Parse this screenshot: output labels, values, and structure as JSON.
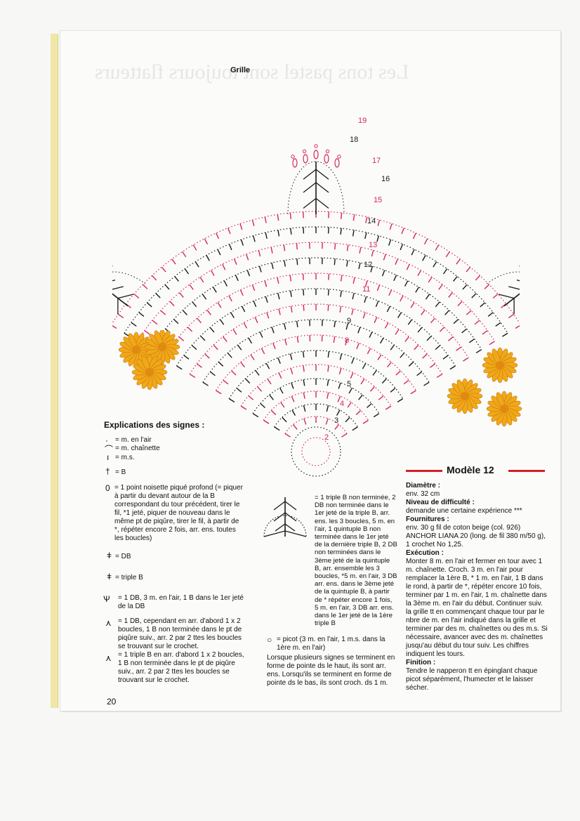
{
  "grille_title": "Grille",
  "row_numbers": [
    "19",
    "18",
    "17",
    "16",
    "15",
    "14",
    "13",
    "12",
    "11",
    "9",
    "8",
    "5",
    "4",
    "3",
    "2"
  ],
  "legend_title": "Explications des signes :",
  "legend": {
    "ch": "= m. en l'air",
    "chain": "= m. chaînette",
    "sc": "= m.s.",
    "b": "= B",
    "noisette": "= 1 point noisette piqué profond (= piquer à partir du devant autour de la B correspondant du tour précédent, tirer le fil, *1 jeté, piquer de nouveau dans le même pt de piqûre, tirer le fil, à partir de *, répéter encore 2 fois, arr. ens. toutes les boucles)",
    "db": "= DB",
    "triple": "= triple B",
    "db3": "= 1 DB, 3 m. en l'air, 1 B dans le 1er jeté de la DB",
    "db_arr": "= 1 DB, cependant en arr. d'abord 1 x 2 boucles, 1 B non terminée dans le pt de piqûre suiv., arr. 2 par 2 ttes les boucles se trouvant sur le crochet.",
    "triple_arr": "= 1 triple B en arr. d'abord 1 x 2 boucles, 1 B non terminée dans le pt de piqûre suiv., arr. 2 par 2 ttes les boucles se trouvant sur le crochet.",
    "leaf": "= 1 triple B non terminée, 2 DB non terminée dans le 1er jeté de la triple B, arr. ens. les 3 boucles, 5 m. en l'air, 1 quintuple B non terminée dans le 1er jeté de la dernière triple B, 2 DB non terminées dans le 3ème jeté de la quintuple B, arr. ensemble les 3 boucles, *5 m. en l'air, 3 DB arr. ens. dans le 3ème jeté de la quintuple B, à partir de * répéter encore 1 fois, 5 m. en l'air, 3 DB arr. ens. dans le 1er jeté de la 1ère triple B",
    "picot": "= picot (3 m. en l'air, 1 m.s. dans la 1ère m. en l'air)",
    "note": "Lorsque plusieurs signes se terminent en forme de pointe ds le haut, ils sont arr. ens. Lorsqu'ils se terminent en forme de pointe ds le bas, ils sont croch. ds 1 m."
  },
  "model": {
    "title": "Modèle 12",
    "diam_label": "Diamètre :",
    "diam": "env. 32 cm",
    "niveau_label": "Niveau de difficulté :",
    "niveau": "demande une certaine expérience ***",
    "fourn_label": "Fournitures :",
    "fourn": "env. 30 g fil de coton beige (col. 926) ANCHOR LIANA 20 (long. de fil 380 m/50 g), 1 crochet No 1,25.",
    "exec_label": "Exécution :",
    "exec": "Monter 8 m. en l'air et fermer en tour avec 1 m. chaînette. Croch. 3 m. en l'air pour remplacer la 1ère B, * 1 m. en l'air, 1 B dans le rond, à partir de *, répéter encore 10 fois, terminer par 1 m. en l'air, 1 m. chaînette dans la 3ème m. en l'air du début. Continuer suiv. la grille tt en commençant chaque tour par le nbre de m. en l'air indiqué dans la grille et terminer par des m. chaînettes ou des m.s. Si nécessaire, avancer avec des m. chaînettes jusqu'au début du tour suiv. Les chiffres indiquent les tours.",
    "fin_label": "Finition :",
    "fin": "Tendre le napperon tt en épinglant chaque picot séparément, l'humecter et le laisser sécher."
  },
  "page_number": "20",
  "ghost_heading": "Les tons pastel sont toujours flatteurs",
  "colors": {
    "red": "#d6245f",
    "dark": "#1a1a1a",
    "accent": "#d21f2a",
    "flower": "#f0a818"
  }
}
